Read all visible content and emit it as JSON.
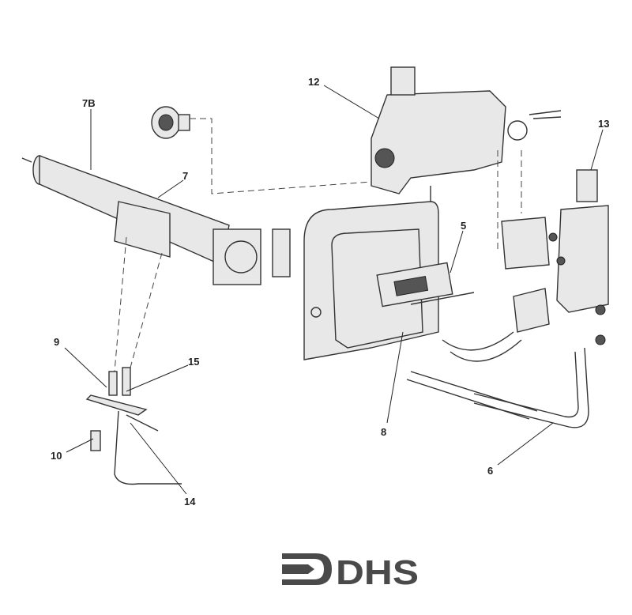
{
  "diagram": {
    "callouts": [
      {
        "id": "12"
      },
      {
        "id": "7B"
      },
      {
        "id": "7"
      },
      {
        "id": "13"
      },
      {
        "id": "5"
      },
      {
        "id": "9"
      },
      {
        "id": "15"
      },
      {
        "id": "10"
      },
      {
        "id": "14"
      },
      {
        "id": "8"
      },
      {
        "id": "6"
      }
    ]
  },
  "logo": {
    "text": "DHS",
    "color": "#4a4a4a"
  }
}
